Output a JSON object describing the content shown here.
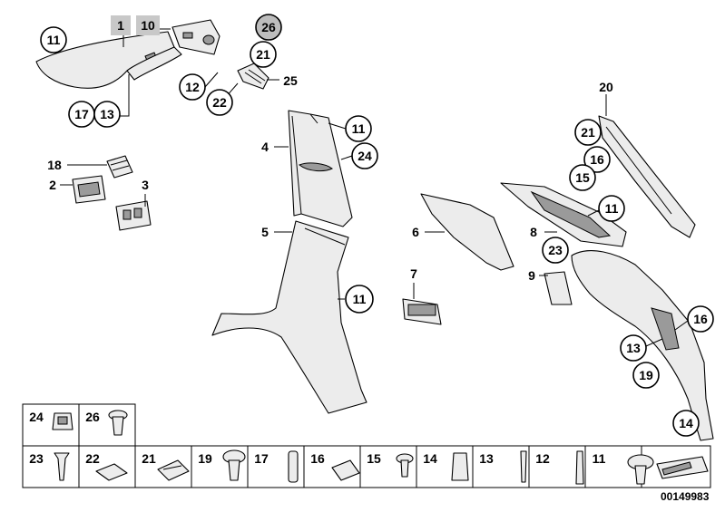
{
  "diagram_id": "00149983",
  "callouts": {
    "c11a": "11",
    "c1": "1",
    "c10": "10",
    "c26a": "26",
    "c21a": "21",
    "c25": "25",
    "c12a": "12",
    "c22a": "22",
    "c17a": "17",
    "c13a": "13",
    "c11b": "11",
    "c4": "4",
    "c24a": "24",
    "c18": "18",
    "c2": "2",
    "c3": "3",
    "c5": "5",
    "c11c": "11",
    "c6": "6",
    "c7": "7",
    "c20": "20",
    "c21b": "21",
    "c16a": "16",
    "c15a": "15",
    "c8": "8",
    "c11d": "11",
    "c23a": "23",
    "c9": "9",
    "c16b": "16",
    "c13b": "13",
    "c19a": "19",
    "c14a": "14"
  },
  "legend": {
    "top": [
      "24",
      "26"
    ],
    "bottom": [
      "23",
      "22",
      "21",
      "19",
      "17",
      "16",
      "15",
      "14",
      "13",
      "12",
      "11"
    ]
  }
}
